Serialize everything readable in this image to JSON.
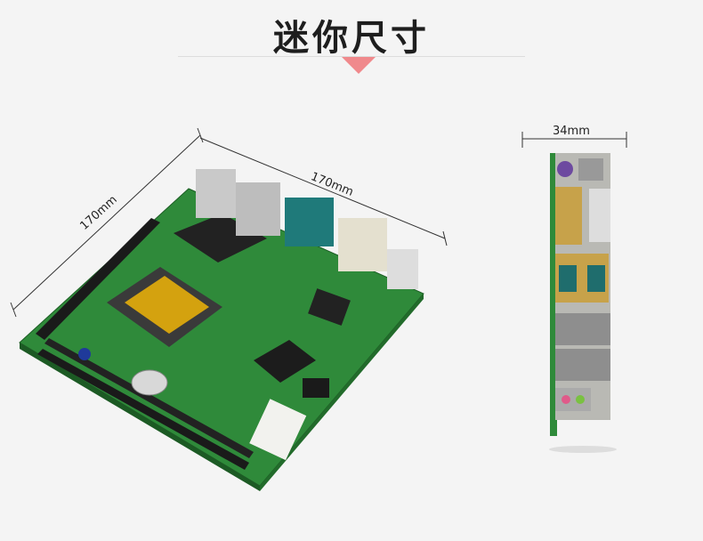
{
  "header": {
    "title": "迷你尺寸"
  },
  "dimensions": {
    "depth": "170mm",
    "width": "170mm",
    "thickness": "34mm"
  },
  "colors": {
    "accent": "#f0898c",
    "board": "#2f8a3a",
    "background": "#f4f4f4"
  }
}
